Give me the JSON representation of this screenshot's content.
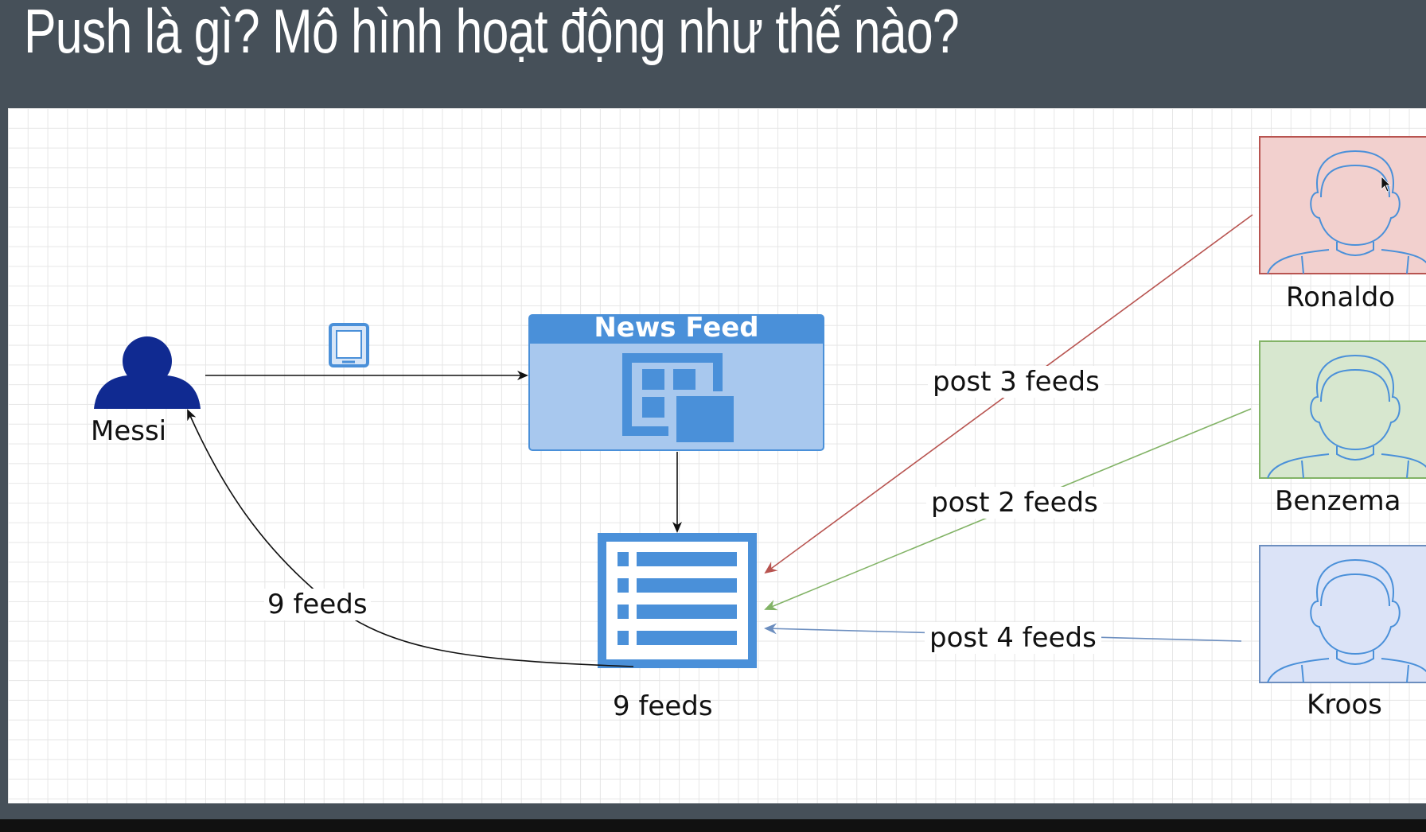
{
  "slide": {
    "title": "Push là gì? Mô hình hoạt động như thế nào?"
  },
  "nodes": {
    "user": {
      "label": "Messi"
    },
    "news_feed": {
      "title": "News Feed"
    },
    "feed_list": {
      "label": "9 feeds"
    },
    "friends": [
      {
        "label": "Ronaldo",
        "color": "#f2d0ce",
        "border": "#b85450"
      },
      {
        "label": "Benzema",
        "color": "#d7e7cf",
        "border": "#82b366"
      },
      {
        "label": "Kroos",
        "color": "#dbe3f7",
        "border": "#6c8ebf"
      }
    ]
  },
  "edges": {
    "return_label": "9 feeds",
    "post_labels": [
      "post 3 feeds",
      "post 2 feeds",
      "post 4 feeds"
    ]
  },
  "colors": {
    "accent_blue": "#4a90d9",
    "user_blue": "#102a91"
  }
}
